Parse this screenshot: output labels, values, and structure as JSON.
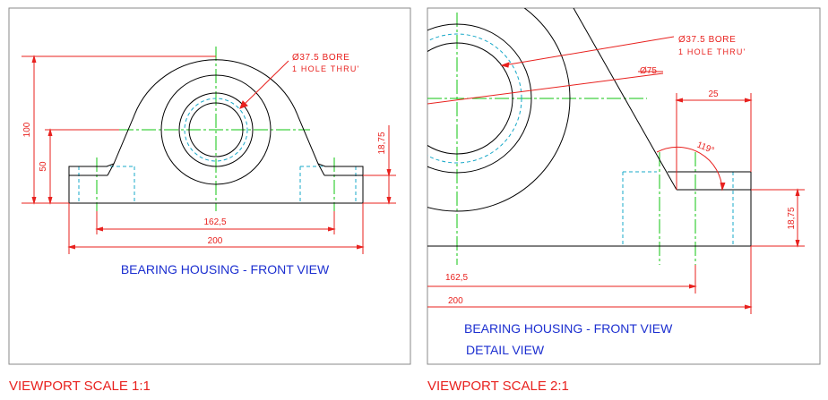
{
  "colors": {
    "frame": "#8a8a8a",
    "outline": "#000000",
    "center_line": "#11c611",
    "hidden_line": "#17a8c8",
    "dimension": "#e8211e",
    "title_text": "#1c2fd0",
    "caption_text": "#e8211e"
  },
  "viewport_left": {
    "scale_caption": "VIEWPORT SCALE 1:1",
    "title": "BEARING HOUSING - FRONT VIEW",
    "bore_note_line1": "Ø37.5 BORE",
    "bore_note_line2": "1 HOLE THRU'",
    "dim_overall_height": "100",
    "dim_center_height": "50",
    "dim_base_thickness": "18,75",
    "dim_hole_spacing": "162,5",
    "dim_overall_width": "200"
  },
  "viewport_right": {
    "scale_caption": "VIEWPORT SCALE 2:1",
    "title_line1": "BEARING HOUSING - FRONT VIEW",
    "title_line2": "DETAIL VIEW",
    "bore_note_line1": "Ø37.5 BORE",
    "bore_note_line2": "1 HOLE THRU'",
    "dim_outer_diameter": "Ø75",
    "dim_slot_width": "25",
    "dim_angle": "119°",
    "dim_base_thickness": "18,75",
    "dim_hole_spacing": "162,5",
    "dim_overall_width": "200"
  }
}
